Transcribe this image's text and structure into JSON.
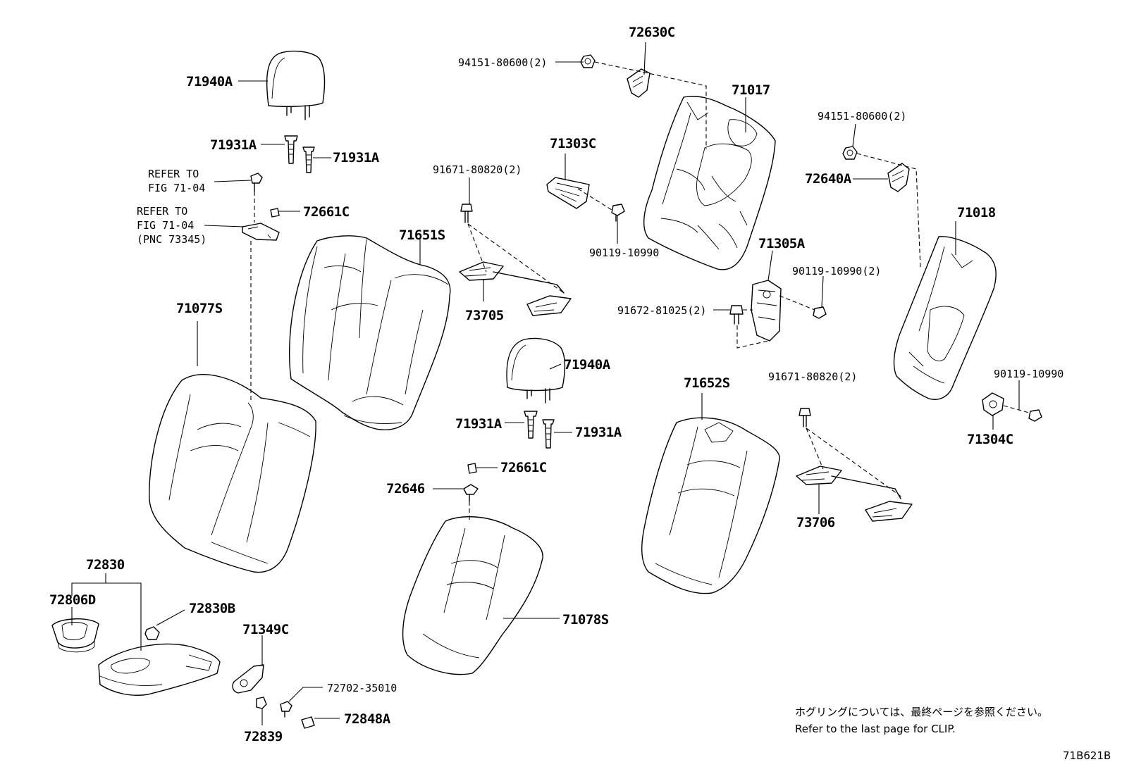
{
  "labels": {
    "p71940A_a": "71940A",
    "p71931A_a": "71931A",
    "p71931A_b": "71931A",
    "refer1_l1": "REFER TO",
    "refer1_l2": "FIG 71-04",
    "refer2_l1": "REFER TO",
    "refer2_l2": "FIG 71-04",
    "refer2_l3": "(PNC 73345)",
    "p72661C_a": "72661C",
    "p71077S": "71077S",
    "p71651S": "71651S",
    "p91671_a": "91671-80820(2)",
    "p73705": "73705",
    "p71303C": "71303C",
    "p90119_a": "90119-10990",
    "p94151_a": "94151-80600(2)",
    "p72630C": "72630C",
    "p71017": "71017",
    "p94151_b": "94151-80600(2)",
    "p72640A": "72640A",
    "p71018": "71018",
    "p71305A": "71305A",
    "p90119_b": "90119-10990(2)",
    "p91672": "91672-81025(2)",
    "p71940A_b": "71940A",
    "p71931A_c": "71931A",
    "p71931A_d": "71931A",
    "p72661C_b": "72661C",
    "p72646": "72646",
    "p71652S": "71652S",
    "p91671_b": "91671-80820(2)",
    "p73706": "73706",
    "p90119_c": "90119-10990",
    "p71304C": "71304C",
    "p72830": "72830",
    "p72806D": "72806D",
    "p72830B": "72830B",
    "p71349C": "71349C",
    "p72702": "72702-35010",
    "p72848A": "72848A",
    "p72839": "72839",
    "p71078S": "71078S"
  },
  "notes": {
    "jp": "ホグリングについては、最終ページを参照ください。",
    "en": "Refer to the last page for CLIP.",
    "fig_id": "71B621B"
  }
}
